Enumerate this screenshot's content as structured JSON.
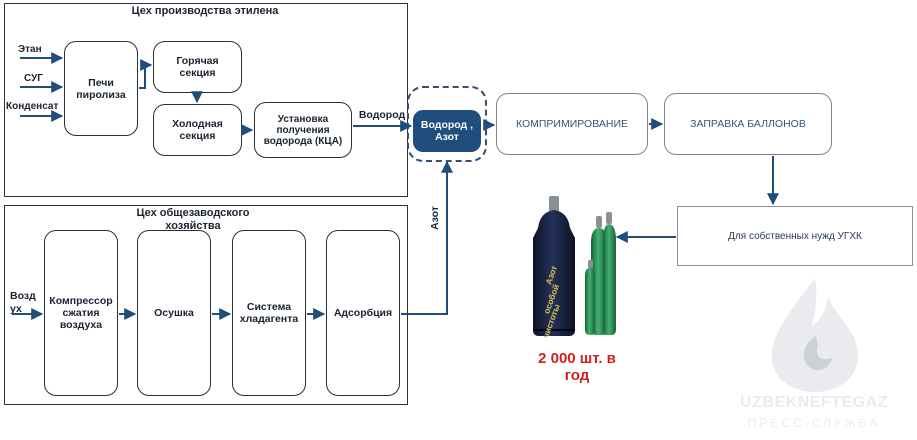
{
  "ethylene_shop": {
    "title": "Цех производства этилена",
    "inputs": [
      "Этан",
      "СУГ",
      "Конденсат"
    ],
    "pyrolysis": "Печи пиролиза",
    "hot_section": "Горячая секция",
    "cold_section": "Холодная секция",
    "hydrogen_unit": "Установка получения водорода (КЦА)",
    "hydrogen_label": "Водород"
  },
  "general_shop": {
    "title": "Цех общезаводского хозяйства",
    "input": "Возд ух",
    "compressor": "Компрессор сжатия воздуха",
    "drying": "Осушка",
    "refrigerant": "Система хладагента",
    "adsorption": "Адсорбция",
    "nitrogen_label": "Азот"
  },
  "hub": {
    "label": "Водород , Азот"
  },
  "compression": "КОМПРИМИРОВАНИЕ",
  "filling": "ЗАПРАВКА БАЛЛОНОВ",
  "own_needs": "Для собственных нужд УГХК",
  "cylinder": {
    "label": "Азот особой чистоты",
    "count_text": "2 000 шт. в год"
  },
  "watermark": {
    "brand": "UZBEKNEFTEGAZ",
    "service": "ПРЕСС-СЛУЖБА"
  },
  "colors": {
    "arrow": "#1f4d7c",
    "hub_fill": "#1f4d7c",
    "count_red": "#d3201f",
    "cylinder_dark": "#141c36",
    "cylinder_green": "#2c8f52"
  }
}
